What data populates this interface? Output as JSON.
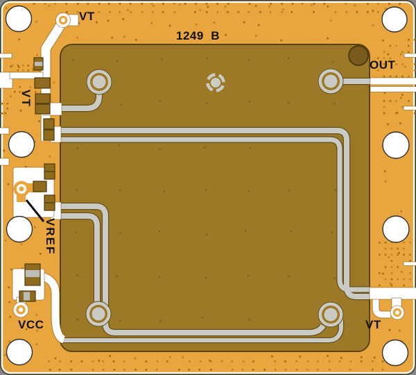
{
  "type": "pcb-layout-screenshot",
  "silkscreen": {
    "part_number": "1249  B",
    "vt_top": "VT",
    "vt_left": "VT",
    "out": "OUT",
    "vref": "VREF",
    "vcc": "VCC",
    "vt_bottom_right": "VT"
  },
  "colors": {
    "board_substrate": "#E9A63F",
    "ground_plane": "#9C7927",
    "silver_trace": "#CBCBC6",
    "tinned_copper": "#FFFFFF",
    "silkscreen_text": "#111111",
    "component_body": "#8F6B1E",
    "via_dot_dark": "#A87114",
    "via_dot_light": "#C1831F"
  }
}
